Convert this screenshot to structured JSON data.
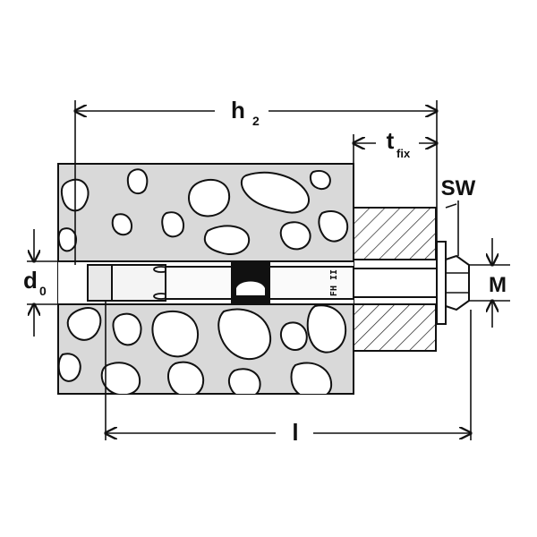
{
  "diagram": {
    "labels": {
      "h2": {
        "main": "h",
        "sub": "2"
      },
      "tfix": {
        "main": "t",
        "sub": "fix"
      },
      "sw": {
        "main": "SW"
      },
      "d0": {
        "main": "d",
        "sub": "0"
      },
      "m": {
        "main": "M"
      },
      "l": {
        "main": "l"
      }
    },
    "bolt_stamp": "FH II"
  }
}
